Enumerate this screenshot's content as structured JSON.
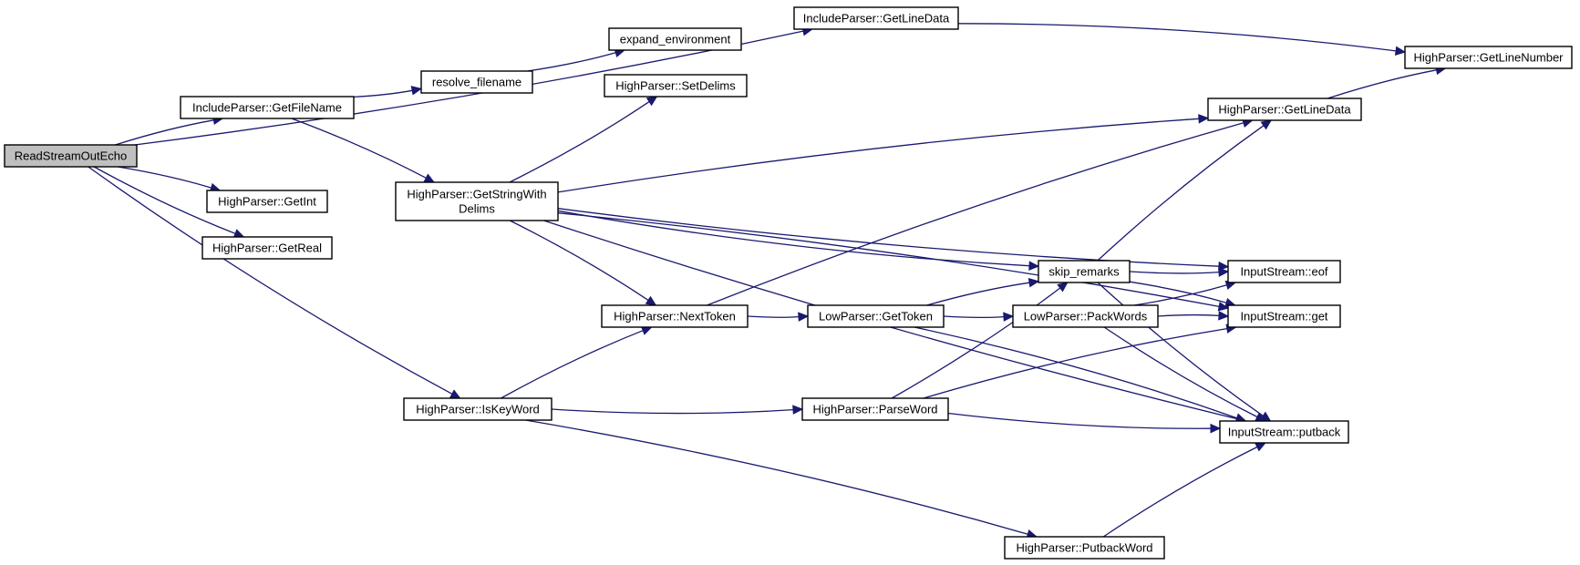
{
  "diagram": {
    "nodes": [
      {
        "id": "root",
        "lines": [
          "ReadStreamOutEcho"
        ],
        "root": true
      },
      {
        "id": "inc_getlinedata",
        "lines": [
          "IncludeParser::GetLineData"
        ]
      },
      {
        "id": "inc_getfilename",
        "lines": [
          "IncludeParser::GetFileName"
        ]
      },
      {
        "id": "expand_env",
        "lines": [
          "expand_environment"
        ]
      },
      {
        "id": "resolve_fn",
        "lines": [
          "resolve_filename"
        ]
      },
      {
        "id": "hp_setdelims",
        "lines": [
          "HighParser::SetDelims"
        ]
      },
      {
        "id": "hp_getlinenumber",
        "lines": [
          "HighParser::GetLineNumber"
        ]
      },
      {
        "id": "hp_getlinedata",
        "lines": [
          "HighParser::GetLineData"
        ]
      },
      {
        "id": "hp_getstringwithdelims",
        "lines": [
          "HighParser::GetStringWith",
          "Delims"
        ]
      },
      {
        "id": "hp_getint",
        "lines": [
          "HighParser::GetInt"
        ]
      },
      {
        "id": "hp_getreal",
        "lines": [
          "HighParser::GetReal"
        ]
      },
      {
        "id": "skip_remarks",
        "lines": [
          "skip_remarks"
        ]
      },
      {
        "id": "is_eof",
        "lines": [
          "InputStream::eof"
        ]
      },
      {
        "id": "is_get",
        "lines": [
          "InputStream::get"
        ]
      },
      {
        "id": "hp_nexttoken",
        "lines": [
          "HighParser::NextToken"
        ]
      },
      {
        "id": "lp_gettoken",
        "lines": [
          "LowParser::GetToken"
        ]
      },
      {
        "id": "lp_packwords",
        "lines": [
          "LowParser::PackWords"
        ]
      },
      {
        "id": "hp_iskeyword",
        "lines": [
          "HighParser::IsKeyWord"
        ]
      },
      {
        "id": "hp_parseword",
        "lines": [
          "HighParser::ParseWord"
        ]
      },
      {
        "id": "is_putback",
        "lines": [
          "InputStream::putback"
        ]
      },
      {
        "id": "hp_putbackword",
        "lines": [
          "HighParser::PutbackWord"
        ]
      }
    ],
    "edges": [
      [
        "root",
        "inc_getlinedata"
      ],
      [
        "root",
        "inc_getfilename"
      ],
      [
        "root",
        "hp_iskeyword"
      ],
      [
        "root",
        "hp_getint"
      ],
      [
        "root",
        "hp_getreal"
      ],
      [
        "inc_getlinedata",
        "hp_getlinenumber"
      ],
      [
        "inc_getfilename",
        "resolve_fn"
      ],
      [
        "inc_getfilename",
        "hp_getstringwithdelims"
      ],
      [
        "resolve_fn",
        "expand_env"
      ],
      [
        "hp_getlinedata",
        "hp_getlinenumber"
      ],
      [
        "hp_getstringwithdelims",
        "hp_setdelims"
      ],
      [
        "hp_getstringwithdelims",
        "hp_getlinedata"
      ],
      [
        "hp_getstringwithdelims",
        "is_eof"
      ],
      [
        "hp_getstringwithdelims",
        "is_get"
      ],
      [
        "hp_getstringwithdelims",
        "skip_remarks"
      ],
      [
        "hp_getstringwithdelims",
        "hp_nexttoken"
      ],
      [
        "hp_getstringwithdelims",
        "is_putback"
      ],
      [
        "skip_remarks",
        "hp_getlinedata"
      ],
      [
        "skip_remarks",
        "is_eof"
      ],
      [
        "skip_remarks",
        "is_get"
      ],
      [
        "skip_remarks",
        "is_putback"
      ],
      [
        "hp_nexttoken",
        "hp_getlinedata"
      ],
      [
        "hp_nexttoken",
        "lp_gettoken"
      ],
      [
        "lp_gettoken",
        "skip_remarks"
      ],
      [
        "lp_gettoken",
        "lp_packwords"
      ],
      [
        "lp_gettoken",
        "is_putback"
      ],
      [
        "lp_packwords",
        "is_eof"
      ],
      [
        "lp_packwords",
        "is_get"
      ],
      [
        "lp_packwords",
        "is_putback"
      ],
      [
        "hp_iskeyword",
        "hp_nexttoken"
      ],
      [
        "hp_iskeyword",
        "hp_parseword"
      ],
      [
        "hp_iskeyword",
        "hp_putbackword"
      ],
      [
        "hp_parseword",
        "skip_remarks"
      ],
      [
        "hp_parseword",
        "is_get"
      ],
      [
        "hp_parseword",
        "is_putback"
      ],
      [
        "hp_putbackword",
        "is_putback"
      ]
    ]
  },
  "colors": {
    "edge": "#191970",
    "root_fill": "#bfbfbf",
    "node_fill": "#ffffff",
    "node_stroke": "#000000"
  }
}
